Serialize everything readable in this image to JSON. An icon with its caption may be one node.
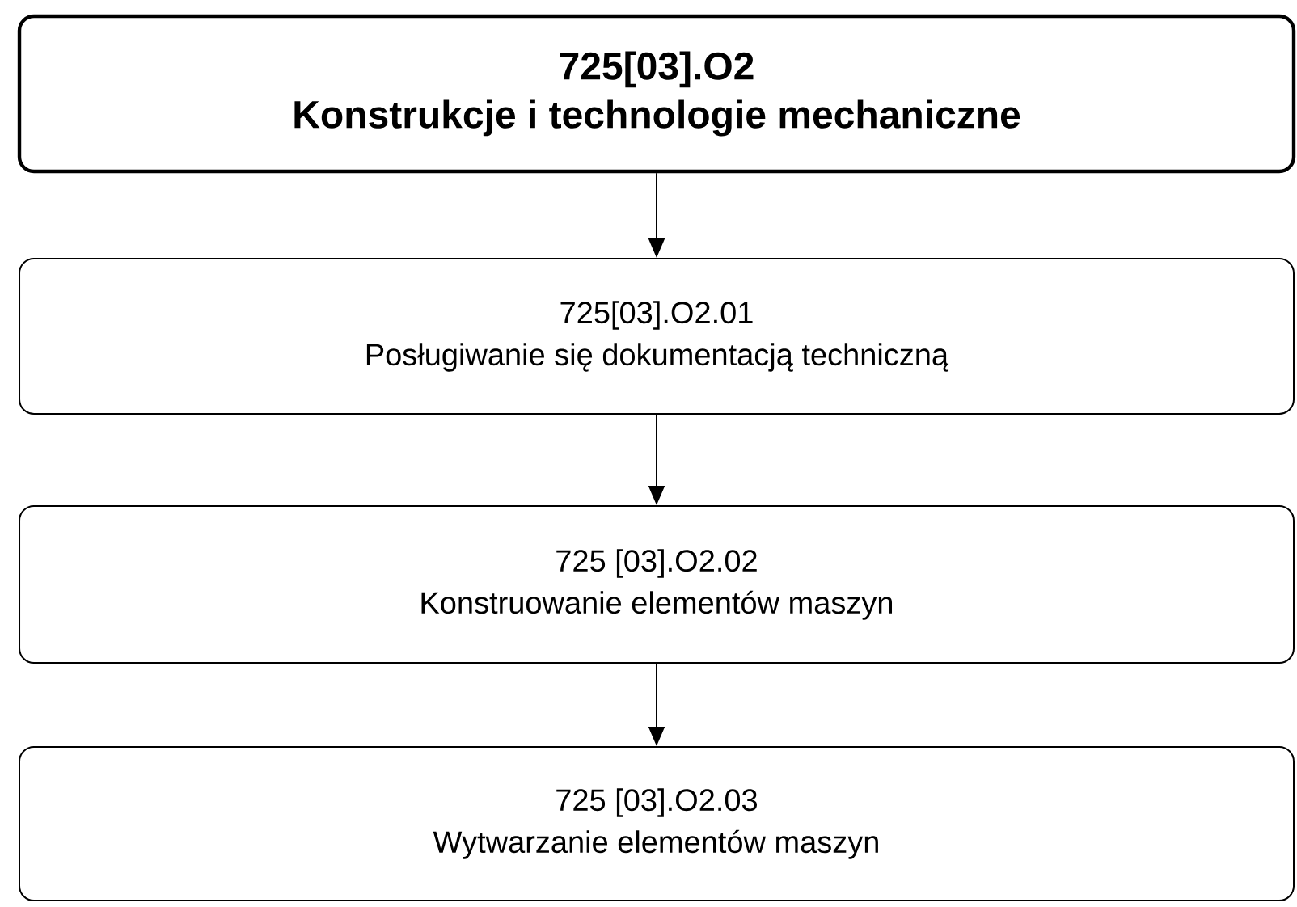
{
  "diagram": {
    "nodes": [
      {
        "text": [
          "725[03].O2",
          "Konstrukcje i technologie mechaniczne"
        ]
      },
      {
        "text": [
          "725[03].O2.01",
          "Posługiwanie się dokumentacją techniczną"
        ]
      },
      {
        "text": [
          "725 [03].O2.02",
          "Konstruowanie elementów maszyn"
        ]
      },
      {
        "text": [
          "725 [03].O2.03",
          "Wytwarzanie elementów maszyn"
        ]
      }
    ],
    "edges": [
      {
        "from": 0,
        "to": 1,
        "arrow": "to"
      },
      {
        "from": 1,
        "to": 2,
        "arrow": "to"
      },
      {
        "from": 2,
        "to": 3,
        "arrow": "to"
      }
    ]
  }
}
